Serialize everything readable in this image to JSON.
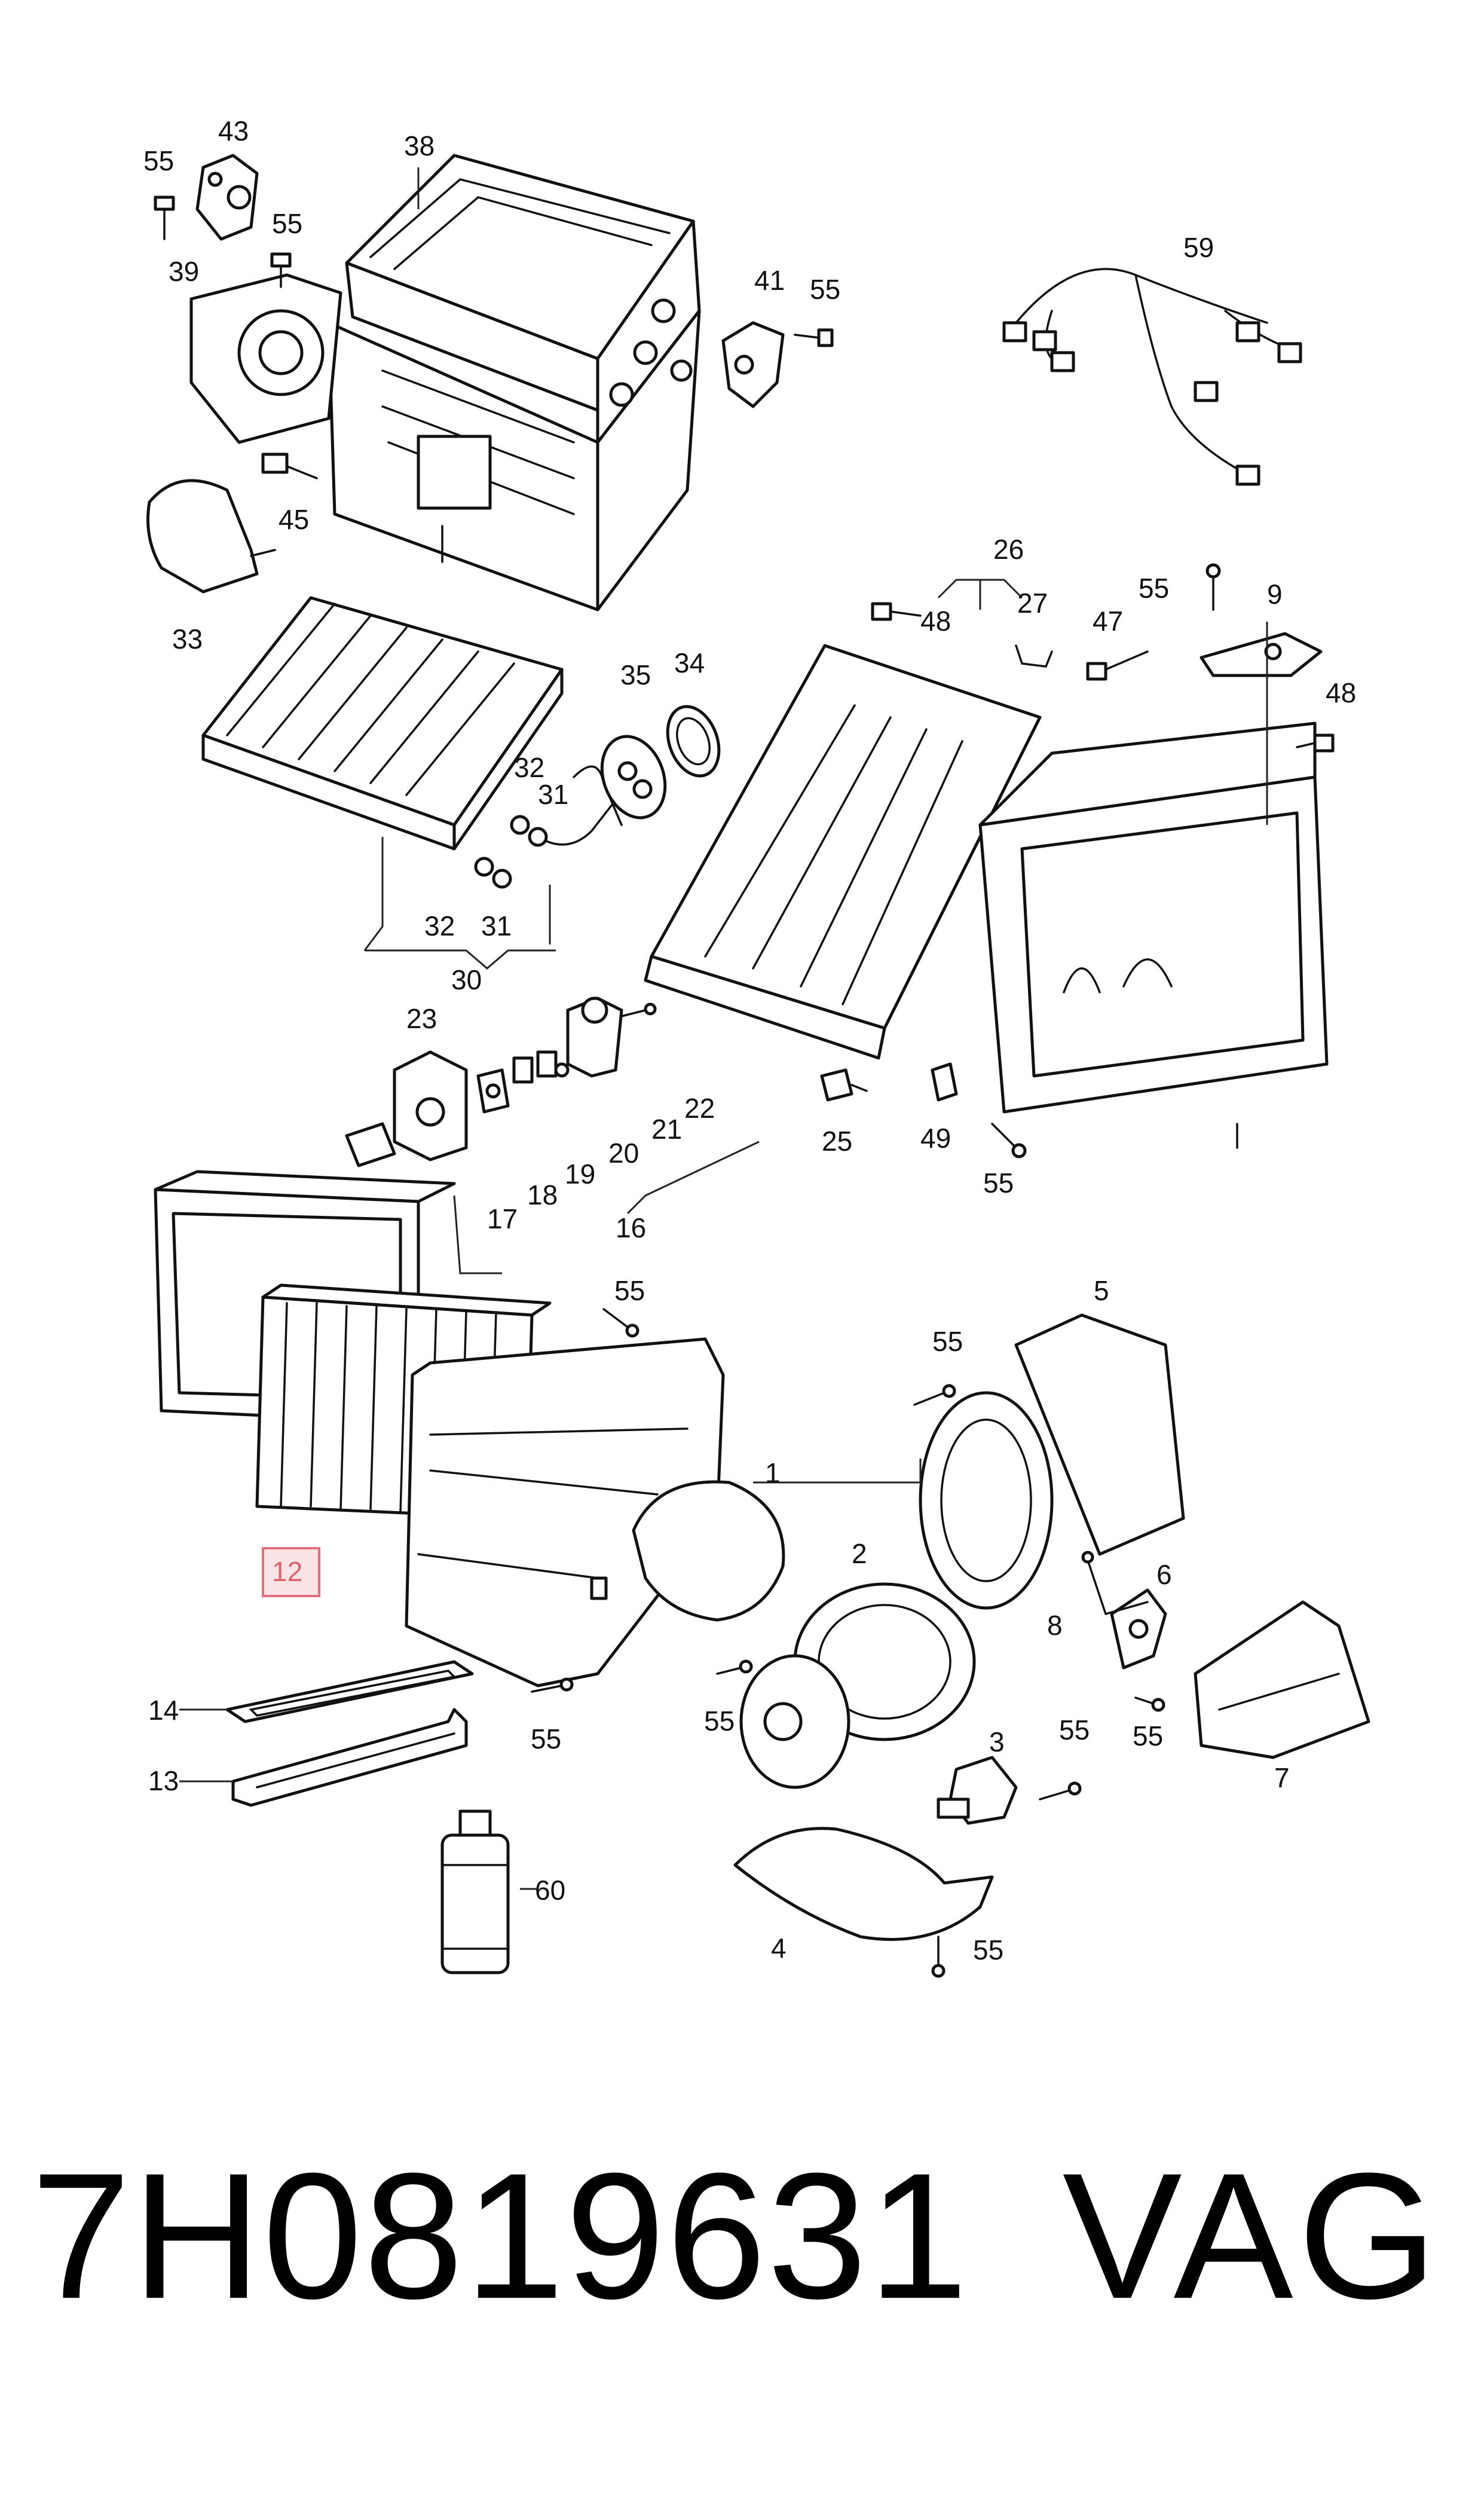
{
  "diagram": {
    "callouts": [
      {
        "id": "c55a",
        "label": "55"
      },
      {
        "id": "c43",
        "label": "43"
      },
      {
        "id": "c38",
        "label": "38"
      },
      {
        "id": "c55b",
        "label": "55"
      },
      {
        "id": "c39",
        "label": "39"
      },
      {
        "id": "c45",
        "label": "45"
      },
      {
        "id": "c33",
        "label": "33"
      },
      {
        "id": "c41",
        "label": "41"
      },
      {
        "id": "c55c",
        "label": "55"
      },
      {
        "id": "c59",
        "label": "59"
      },
      {
        "id": "c35",
        "label": "35"
      },
      {
        "id": "c34",
        "label": "34"
      },
      {
        "id": "c32a",
        "label": "32"
      },
      {
        "id": "c31a",
        "label": "31"
      },
      {
        "id": "c32b",
        "label": "32"
      },
      {
        "id": "c31b",
        "label": "31"
      },
      {
        "id": "c30",
        "label": "30"
      },
      {
        "id": "c26",
        "label": "26"
      },
      {
        "id": "c27",
        "label": "27"
      },
      {
        "id": "c48a",
        "label": "48"
      },
      {
        "id": "c55d",
        "label": "55"
      },
      {
        "id": "c47",
        "label": "47"
      },
      {
        "id": "c9",
        "label": "9"
      },
      {
        "id": "c48b",
        "label": "48"
      },
      {
        "id": "c23",
        "label": "23"
      },
      {
        "id": "c22",
        "label": "22"
      },
      {
        "id": "c21",
        "label": "21"
      },
      {
        "id": "c20",
        "label": "20"
      },
      {
        "id": "c19",
        "label": "19"
      },
      {
        "id": "c18",
        "label": "18"
      },
      {
        "id": "c17",
        "label": "17"
      },
      {
        "id": "c16",
        "label": "16"
      },
      {
        "id": "c25",
        "label": "25"
      },
      {
        "id": "c49",
        "label": "49"
      },
      {
        "id": "c55e",
        "label": "55"
      },
      {
        "id": "c55f",
        "label": "55"
      },
      {
        "id": "c5",
        "label": "5"
      },
      {
        "id": "c55g",
        "label": "55"
      },
      {
        "id": "c1",
        "label": "1"
      },
      {
        "id": "c2",
        "label": "2"
      },
      {
        "id": "c6",
        "label": "6"
      },
      {
        "id": "c8",
        "label": "8"
      },
      {
        "id": "c14",
        "label": "14"
      },
      {
        "id": "c13",
        "label": "13"
      },
      {
        "id": "c55h",
        "label": "55"
      },
      {
        "id": "c55i",
        "label": "55"
      },
      {
        "id": "c55j",
        "label": "55"
      },
      {
        "id": "c7",
        "label": "7"
      },
      {
        "id": "c3",
        "label": "3"
      },
      {
        "id": "c55k",
        "label": "55"
      },
      {
        "id": "c60",
        "label": "60"
      },
      {
        "id": "c4",
        "label": "4"
      },
      {
        "id": "c55l",
        "label": "55"
      }
    ],
    "highlighted_callout": {
      "label": "12",
      "fill": "#fbe4e6",
      "border": "#e0707c"
    }
  },
  "footer": {
    "part_number": "7H0819631",
    "brand": "VAG"
  }
}
